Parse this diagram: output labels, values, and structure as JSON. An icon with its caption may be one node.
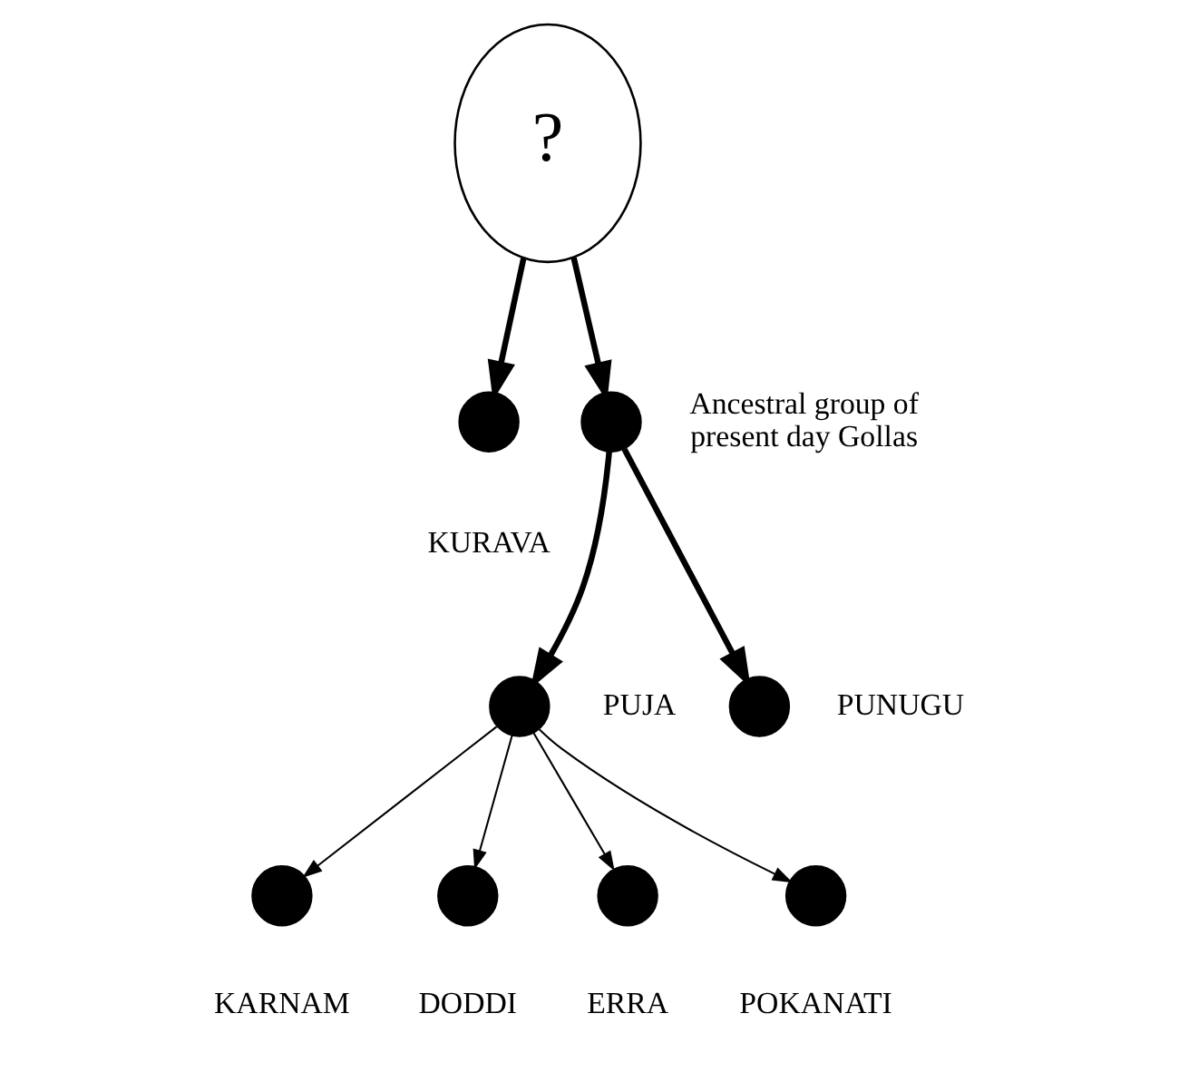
{
  "diagram": {
    "nodes": [
      {
        "text": [
          "?"
        ]
      },
      {
        "text": [],
        "shape": "circle",
        "beside": [
          "KURAVA"
        ]
      },
      {
        "text": [],
        "shape": "circle",
        "beside": [
          "Ancestral group of present day Gollas"
        ]
      },
      {
        "text": [],
        "shape": "circle",
        "beside": [
          "PUJA"
        ]
      },
      {
        "text": [],
        "shape": "circle",
        "beside": [
          "PUNUGU"
        ]
      },
      {
        "text": [],
        "shape": "circle",
        "beside": [
          "KARNAM"
        ]
      },
      {
        "text": [],
        "shape": "circle",
        "beside": [
          "DODDI"
        ]
      },
      {
        "text": [],
        "shape": "circle",
        "beside": [
          "ERRA"
        ]
      },
      {
        "text": [],
        "shape": "circle",
        "beside": [
          "POKANATI"
        ]
      }
    ],
    "edges": [
      {
        "from": 0,
        "to": 1,
        "arrow": "to",
        "style": "thick"
      },
      {
        "from": 0,
        "to": 2,
        "arrow": "to",
        "style": "thick"
      },
      {
        "from": 2,
        "to": 3,
        "arrow": "to",
        "style": "thick"
      },
      {
        "from": 2,
        "to": 4,
        "arrow": "to",
        "style": "thick"
      },
      {
        "from": 3,
        "to": 5,
        "arrow": "to"
      },
      {
        "from": 3,
        "to": 6,
        "arrow": "to"
      },
      {
        "from": 3,
        "to": 7,
        "arrow": "to"
      },
      {
        "from": 3,
        "to": 8,
        "arrow": "to"
      }
    ]
  }
}
